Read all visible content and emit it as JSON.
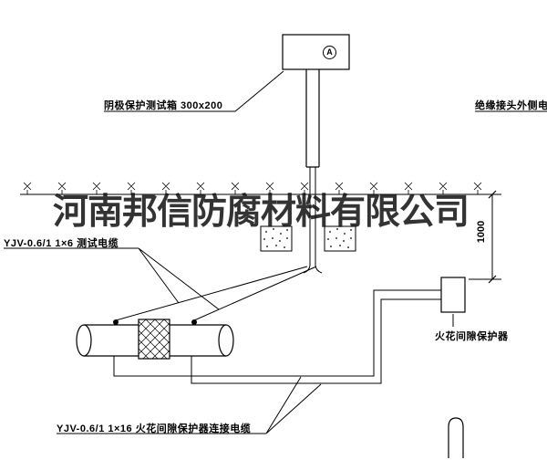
{
  "watermark": "河南邦信防腐材料有限公司",
  "test_box": {
    "marker": "A",
    "label": "阴极保护测试箱 300x200"
  },
  "labels": {
    "outside_cable": "绝缘接头外侧电缆",
    "test_cable": "YJV-0.6/1 1×6 测试电缆",
    "spark_gap": "火花间隙保护器",
    "connect_cable": "YJV-0.6/1 1×16 火花间隙保护器连接电缆"
  },
  "dimension": {
    "value": "1000"
  },
  "colors": {
    "line": "#000000",
    "background": "#ffffff"
  }
}
